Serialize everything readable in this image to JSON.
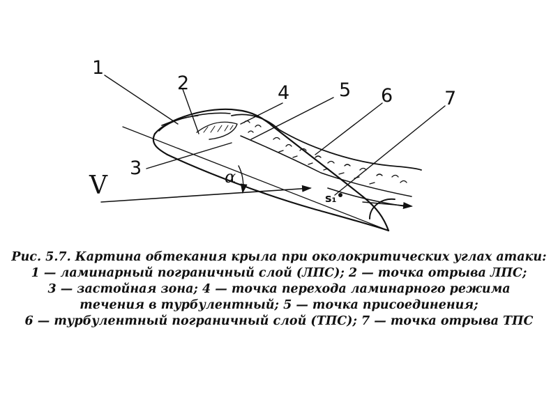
{
  "figure": {
    "labels": {
      "l1": "1",
      "l2": "2",
      "l3": "3",
      "l4": "4",
      "l5": "5",
      "l6": "6",
      "l7": "7",
      "velocity": "V",
      "angle": "α",
      "reattachment_point": "s₁"
    }
  },
  "caption": {
    "line1": "Рис. 5.7. Картина обтекания крыла при околокритических углах атаки:",
    "line2": "1 — ламинарный пограничный слой (ЛПС); 2 — точка отрыва ЛПС;",
    "line3": "3 — застойная зона; 4 — точка перехода ламинарного режима",
    "line4": "течения в турбулентный; 5 — точка присоединения;",
    "line5": "6 — турбулентный пограничный слой (ТПС); 7 — точка отрыва ТПС"
  }
}
